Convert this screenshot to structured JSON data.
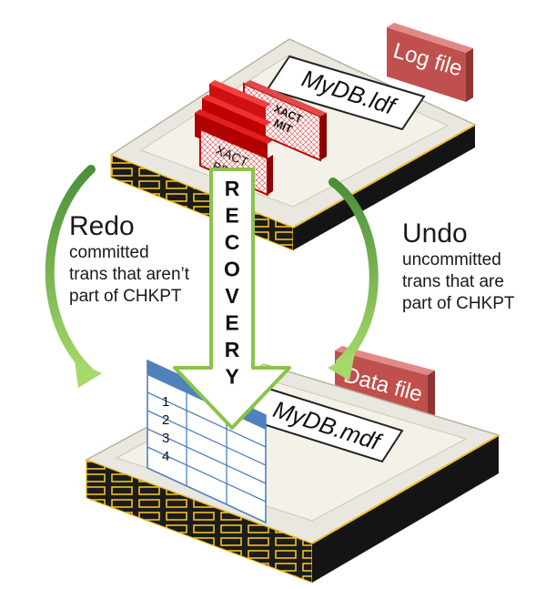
{
  "log_server": {
    "tag": "Log file",
    "filename": "MyDB.ldf",
    "records": [
      "XACT COMMIT",
      "XACT BEGIN"
    ],
    "record_fragments": [
      "XACT",
      "MIT",
      "XACT",
      "BEG"
    ]
  },
  "data_server": {
    "tag": "Data file",
    "filename": "MyDB.mdf",
    "table_row_numbers": [
      "1",
      "2",
      "3",
      "4"
    ]
  },
  "recovery": {
    "letters": [
      "R",
      "E",
      "C",
      "O",
      "V",
      "E",
      "R",
      "Y"
    ]
  },
  "redo": {
    "title": "Redo",
    "lines": [
      "committed",
      "trans that aren’t",
      "part of CHKPT"
    ]
  },
  "undo": {
    "title": "Undo",
    "lines": [
      "uncommitted",
      "trans that are",
      "part of CHKPT"
    ]
  },
  "colors": {
    "tag_red": "#c0504d",
    "server_yellow": "#f0c020",
    "server_dark": "#1c1c1c",
    "arrow_green": "#7cb342",
    "arrow_fill": "#ffffff",
    "table_header_blue": "#4f81bd",
    "record_red": "#c00000"
  }
}
